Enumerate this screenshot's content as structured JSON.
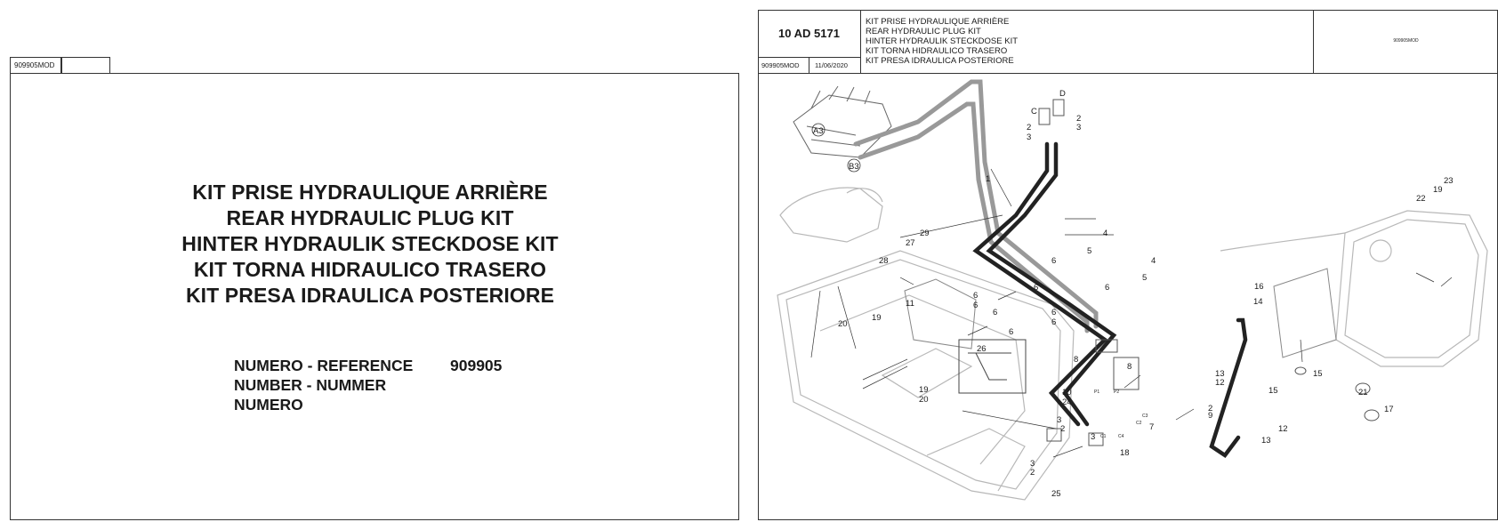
{
  "left_page": {
    "tab_code": "909905MOD",
    "titles": [
      "KIT PRISE HYDRAULIQUE ARRIÈRE",
      "REAR HYDRAULIC PLUG KIT",
      "HINTER HYDRAULIK STECKDOSE KIT",
      "KIT TORNA HIDRAULICO TRASERO",
      "KIT PRESA IDRAULICA POSTERIORE"
    ],
    "reference_labels": [
      "NUMERO - REFERENCE",
      "NUMBER - NUMMER",
      "NUMERO"
    ],
    "reference_number": "909905"
  },
  "right_page": {
    "kit_code": "10 AD 5171",
    "doc_code": "909905MOD",
    "date": "11/06/2020",
    "titles": [
      "KIT PRISE HYDRAULIQUE ARRIÈRE",
      "REAR HYDRAULIC PLUG KIT",
      "HINTER HYDRAULIK STECKDOSE KIT",
      "KIT TORNA HIDRAULICO TRASERO",
      "KIT PRESA IDRAULICA POSTERIORE"
    ],
    "right_box_code": "909905MOD",
    "callouts": {
      "A3": "A3",
      "B3": "B3",
      "C": "C",
      "D": "D",
      "p1": "1",
      "p2a": "2",
      "p2b": "2",
      "p3a": "3",
      "p3b": "3",
      "p4a": "4",
      "p4b": "4",
      "p5a": "5",
      "p5b": "5",
      "p6a": "6",
      "p6b": "6",
      "p6c": "6",
      "p6d": "6",
      "p6e": "6",
      "p6f": "6",
      "p6g": "6",
      "p6h": "6",
      "p6i": "6",
      "p7": "7",
      "p8a": "8",
      "p8b": "8",
      "p9": "9",
      "p10": "10",
      "p11": "11",
      "p12a": "12",
      "p12b": "12",
      "p13a": "13",
      "p13b": "13",
      "p14": "14",
      "p15a": "15",
      "p15b": "15",
      "p16": "16",
      "p17": "17",
      "p18": "18",
      "p19a": "19",
      "p19b": "19",
      "p19c": "19",
      "p20a": "20",
      "p20b": "20",
      "p21": "21",
      "p22": "22",
      "p23": "23",
      "p24": "24",
      "p25": "25",
      "p26": "26",
      "p27": "27",
      "p28": "28",
      "p29": "29",
      "p2c": "2",
      "p3c": "3",
      "p2d": "2",
      "p3d": "3",
      "p2e": "2",
      "p3e": "3",
      "P1": "P1",
      "P2": "P2",
      "C1": "C1",
      "C2": "C2",
      "C3": "C3",
      "C4": "C4"
    }
  }
}
